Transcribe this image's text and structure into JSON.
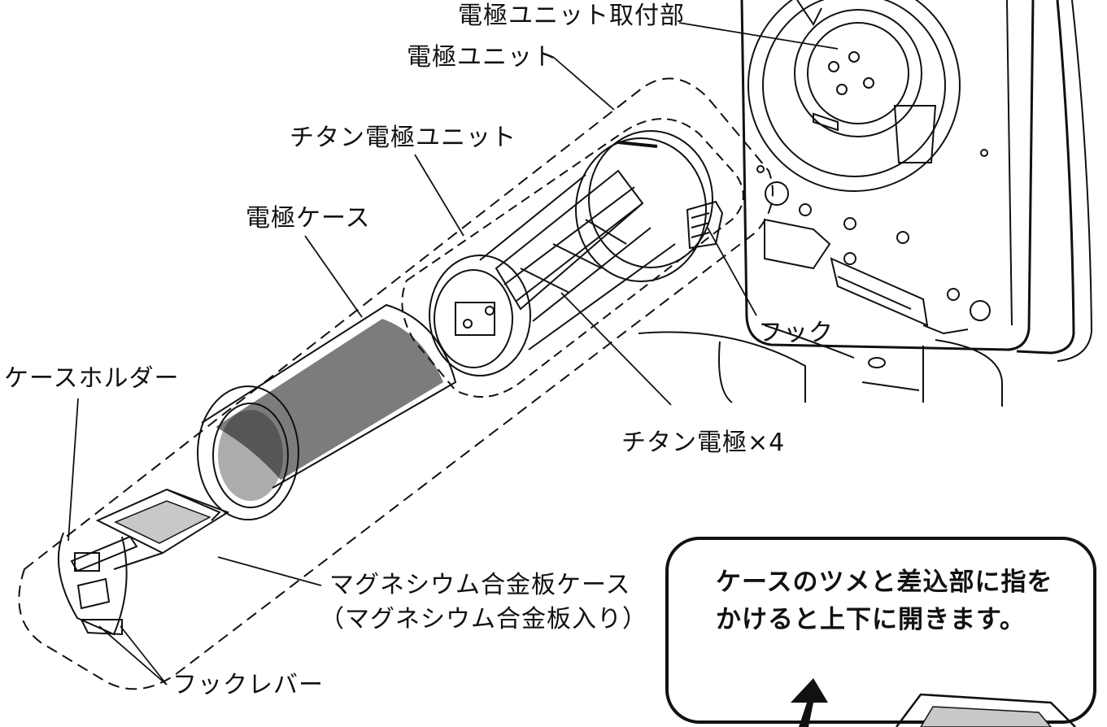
{
  "labels": {
    "mount": "電極ユニット取付部",
    "electrode_unit": "電極ユニット",
    "titanium_unit": "チタン電極ユニット",
    "electrode_case": "電極ケース",
    "hook": "フック",
    "case_holder": "ケースホルダー",
    "titanium_electrode": "チタン電極×4",
    "mg_case_line1": "マグネシウム合金板ケース",
    "mg_case_line2": "（マグネシウム合金板入り）",
    "hook_lever": "フックレバー"
  },
  "note": {
    "line1": "ケースのツメと差込部に指を",
    "line2": "かけると上下に開きます。"
  },
  "colors": {
    "line": "#111111",
    "plate_fill": "#c8c8c8",
    "background": "#ffffff"
  }
}
